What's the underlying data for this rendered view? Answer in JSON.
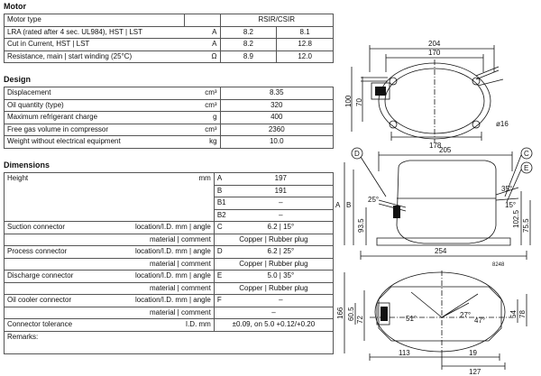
{
  "motor": {
    "title": "Motor",
    "header": {
      "label": "Motor type",
      "value": "RSIR/CSIR"
    },
    "rows": [
      {
        "label": "LRA (rated after 4 sec. UL984), HST | LST",
        "unit": "A",
        "v1": "8.2",
        "v2": "8.1"
      },
      {
        "label": "Cut in Current, HST | LST",
        "unit": "A",
        "v1": "8.2",
        "v2": "12.8"
      },
      {
        "label": "Resistance, main | start winding (25°C)",
        "unit": "Ω",
        "v1": "8.9",
        "v2": "12.0"
      }
    ]
  },
  "design": {
    "title": "Design",
    "rows": [
      {
        "label": "Displacement",
        "unit": "cm³",
        "value": "8.35"
      },
      {
        "label": "Oil quantity (type)",
        "unit": "cm³",
        "value": "320"
      },
      {
        "label": "Maximum refrigerant charge",
        "unit": "g",
        "value": "400"
      },
      {
        "label": "Free gas volume in compressor",
        "unit": "cm³",
        "value": "2360"
      },
      {
        "label": "Weight without electrical equipment",
        "unit": "kg",
        "value": "10.0"
      }
    ]
  },
  "dimensions": {
    "title": "Dimensions",
    "height": {
      "label": "Height",
      "unit": "mm",
      "rows": [
        {
          "code": "A",
          "value": "197"
        },
        {
          "code": "B",
          "value": "191"
        },
        {
          "code": "B1",
          "value": "–"
        },
        {
          "code": "B2",
          "value": "–"
        }
      ]
    },
    "connectors": [
      {
        "label": "Suction connector",
        "sub1": "location/I.D. mm | angle",
        "code": "C",
        "v1": "6.2 | 15°",
        "sub2": "material | comment",
        "v2": "Copper | Rubber plug"
      },
      {
        "label": "Process connector",
        "sub1": "location/I.D. mm | angle",
        "code": "D",
        "v1": "6.2 | 25°",
        "sub2": "material | comment",
        "v2": "Copper | Rubber plug"
      },
      {
        "label": "Discharge connector",
        "sub1": "location/I.D. mm | angle",
        "code": "E",
        "v1": "5.0 | 35°",
        "sub2": "material | comment",
        "v2": "Copper | Rubber plug"
      },
      {
        "label": "Oil cooler connector",
        "sub1": "location/I.D. mm | angle",
        "code": "F",
        "v1": "–",
        "sub2": "material | comment",
        "v2": "–"
      }
    ],
    "tolerance": {
      "label": "Connector tolerance",
      "unit": "I.D. mm",
      "value": "±0.09, on 5.0 +0.12/+0.20"
    },
    "remarks": {
      "label": "Remarks:"
    }
  },
  "drawing_top": {
    "d204": "204",
    "d170": "170",
    "d100": "100",
    "d70": "70",
    "d178": "178",
    "d16": "ø16"
  },
  "drawing_side": {
    "d205": "205",
    "A": "A",
    "B": "B",
    "D": "D",
    "C": "C",
    "E": "E",
    "a25": "25°",
    "a35": "35°",
    "a15": "15°",
    "d935": "93.5",
    "d1025": "102.5",
    "d755": "75.5",
    "d254": "254",
    "code": "8248"
  },
  "drawing_bottom": {
    "d166": "166",
    "d605": "60.5",
    "d72": "72",
    "a51": "51°",
    "a27": "27°",
    "a47": "47°",
    "d54": "54",
    "d78": "78",
    "d113": "113",
    "d19": "19",
    "d127": "127"
  }
}
